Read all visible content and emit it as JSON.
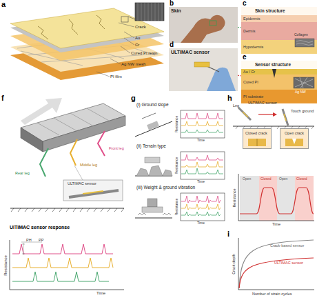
{
  "diagram": {
    "nodes": [
      {
        "text": [
          "Skin"
        ]
      },
      {
        "text": [
          "Skin structure"
        ]
      },
      {
        "text": [
          "Epidermis"
        ],
        "in": 1
      },
      {
        "text": [
          "Dermis"
        ],
        "in": 1
      },
      {
        "text": [
          "Hypodermis"
        ],
        "in": 1
      },
      {
        "text": [
          "ULTIMAC sensor"
        ]
      },
      {
        "text": [
          "Sensor structure"
        ]
      },
      {
        "text": [
          "Au / Cr"
        ],
        "in": 6
      },
      {
        "text": [
          "Cured PI"
        ],
        "in": 6
      },
      {
        "text": [
          "PI substrate"
        ],
        "in": 6
      },
      {
        "text": [
          "Closed crack"
        ]
      },
      {
        "text": [
          "Open crack"
        ]
      }
    ],
    "edges": [
      {
        "from": 0,
        "to": 1,
        "arrow": "none"
      },
      {
        "from": 5,
        "to": 6,
        "arrow": "none"
      }
    ],
    "labels": [
      "a",
      "Crack",
      "Au",
      "Cr",
      "Cured PI resin",
      "Ag NW mesh",
      "PI film",
      "b",
      "c",
      "Collagen",
      "d",
      "e",
      "Ag NW",
      "f",
      "Front leg",
      "Middle leg",
      "Rear leg",
      "ULTIMAC sensor",
      "UlTIMAC sensor response",
      "PH",
      "PP",
      "Resistance",
      "Time",
      "g",
      "(i) Ground slope",
      "Resistance",
      "Time",
      "(ii) Terrain type",
      "Resistance",
      "Time",
      "(iii) Weight & ground vibration",
      "Resistance",
      "Time",
      "h",
      "Leg",
      "ULTIMAC sensor",
      "Touch ground",
      "Open",
      "Closed",
      "Open",
      "Closed",
      "Resistance",
      "Time",
      "i",
      "Crack depth",
      "Number of strain cycles",
      "Crack-based sensor",
      "ULTIMAC sensor"
    ]
  }
}
